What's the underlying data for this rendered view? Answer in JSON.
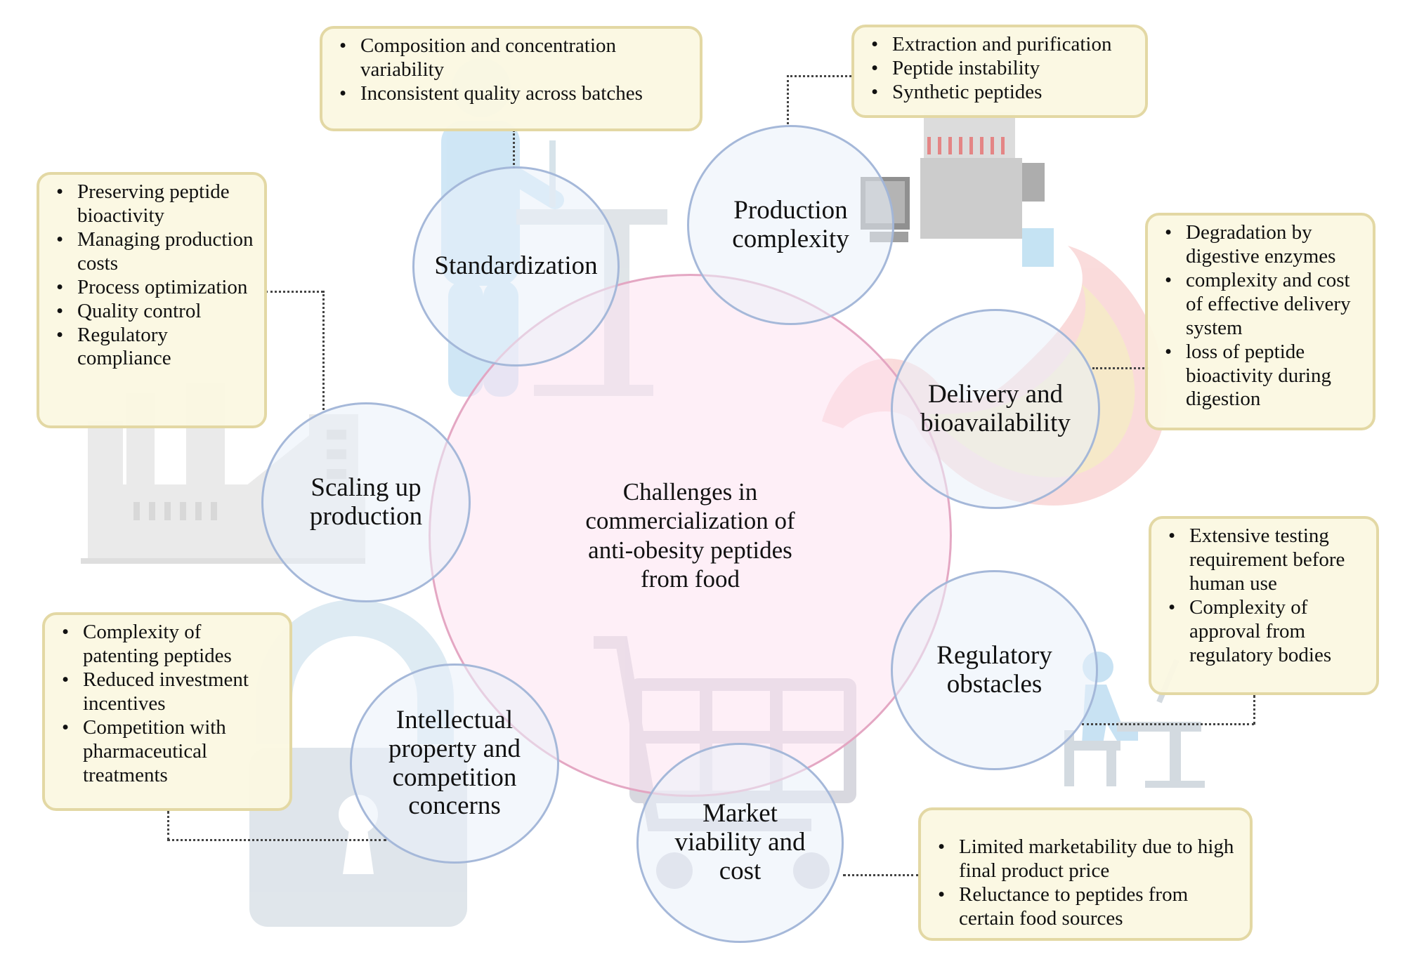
{
  "center": {
    "label": "Challenges in commercialization of anti-obesity peptides from food"
  },
  "nodes": {
    "standardization": "Standardization",
    "production": "Production complexity",
    "delivery": "Delivery and bioavailability",
    "scaling": "Scaling up production",
    "regulatory": "Regulatory obstacles",
    "ip": "Intellectual property and competition concerns",
    "market": "Market viability and cost"
  },
  "boxes": {
    "standardization": [
      "Composition and concentration variability",
      "Inconsistent quality across batches"
    ],
    "production": [
      "Extraction and purification",
      "Peptide instability",
      "Synthetic peptides"
    ],
    "delivery": [
      "Degradation by digestive enzymes",
      "complexity and cost of effective delivery system",
      "loss of peptide bioactivity during digestion"
    ],
    "scaling": [
      "Preserving peptide bioactivity",
      "Managing production costs",
      "Process optimization",
      "Quality control",
      "Regulatory compliance"
    ],
    "regulatory": [
      "Extensive testing requirement before human use",
      "Complexity of approval from regulatory bodies"
    ],
    "ip": [
      "Complexity of patenting peptides",
      "Reduced investment incentives",
      "Competition with pharmaceutical treatments"
    ],
    "market": [
      "Limited marketability due to high final product price",
      "Reluctance to peptides from certain food sources"
    ]
  },
  "illustrations": [
    "scientist-icon",
    "lab-instrument-icon",
    "stomach-icon",
    "factory-icon",
    "shopping-cart-icon",
    "padlock-icon",
    "person-at-desk-icon"
  ]
}
